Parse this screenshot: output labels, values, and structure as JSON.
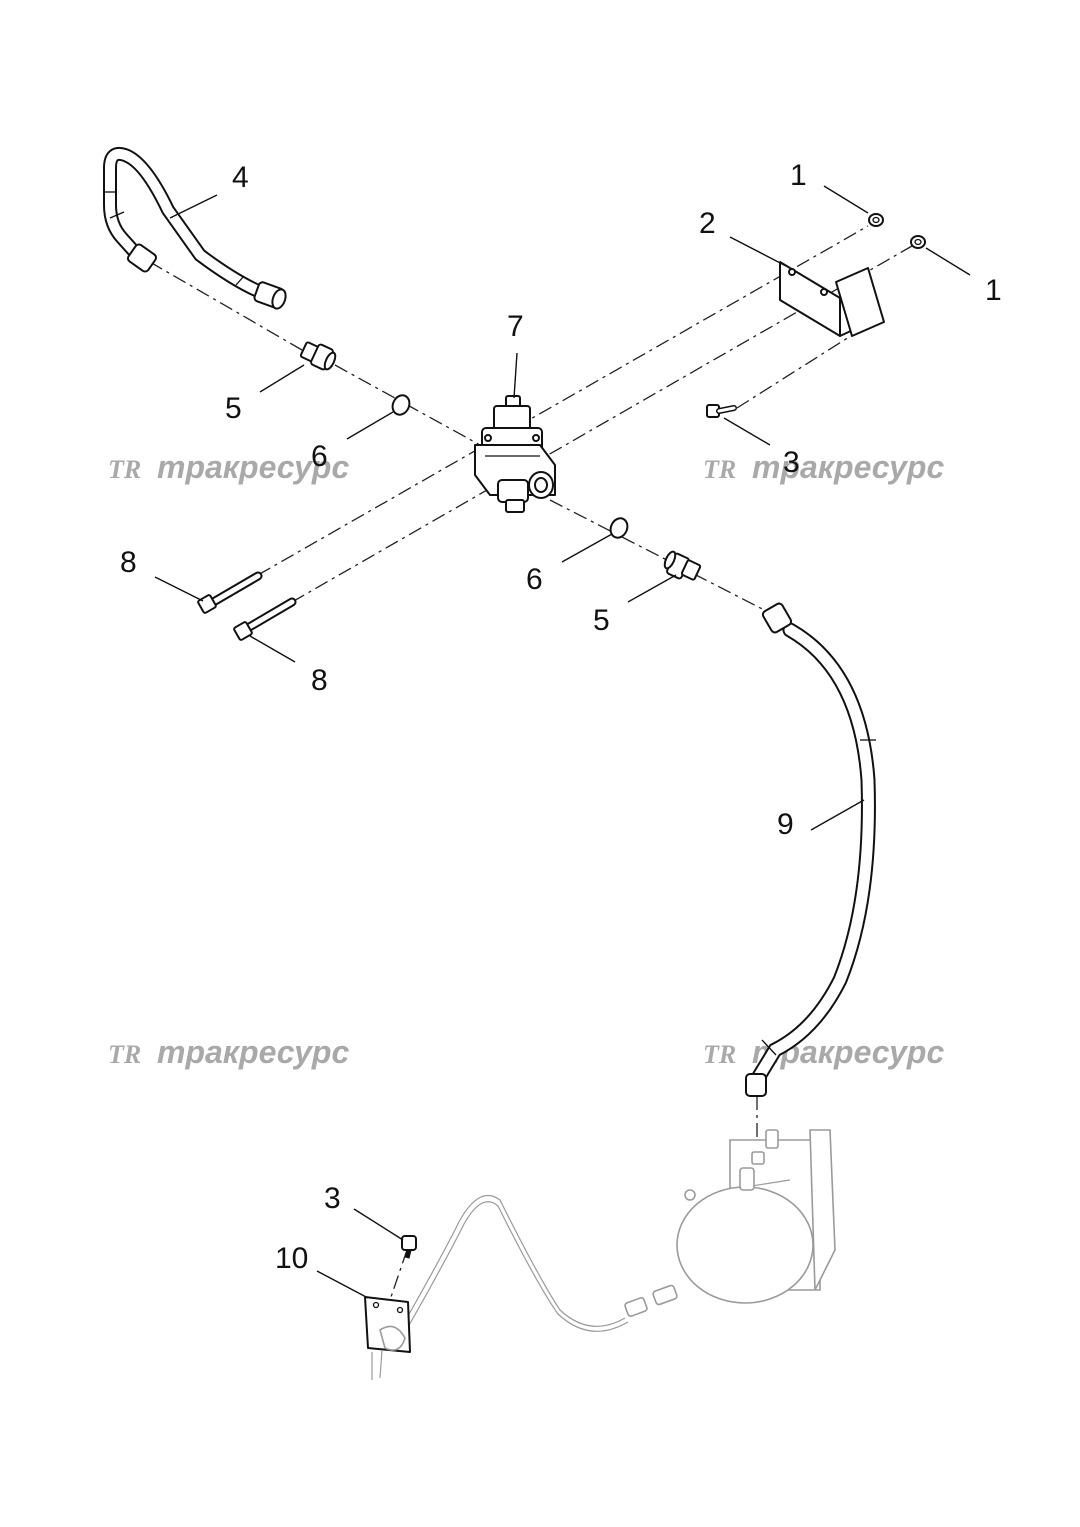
{
  "watermark": {
    "logo": "TR",
    "text": "тракресурс"
  },
  "callouts": [
    {
      "id": "c1a",
      "label": "1"
    },
    {
      "id": "c1b",
      "label": "1"
    },
    {
      "id": "c2",
      "label": "2"
    },
    {
      "id": "c3a",
      "label": "3"
    },
    {
      "id": "c3b",
      "label": "3"
    },
    {
      "id": "c4",
      "label": "4"
    },
    {
      "id": "c5a",
      "label": "5"
    },
    {
      "id": "c5b",
      "label": "5"
    },
    {
      "id": "c6a",
      "label": "6"
    },
    {
      "id": "c6b",
      "label": "6"
    },
    {
      "id": "c7",
      "label": "7"
    },
    {
      "id": "c8a",
      "label": "8"
    },
    {
      "id": "c8b",
      "label": "8"
    },
    {
      "id": "c9",
      "label": "9"
    },
    {
      "id": "c10",
      "label": "10"
    }
  ]
}
